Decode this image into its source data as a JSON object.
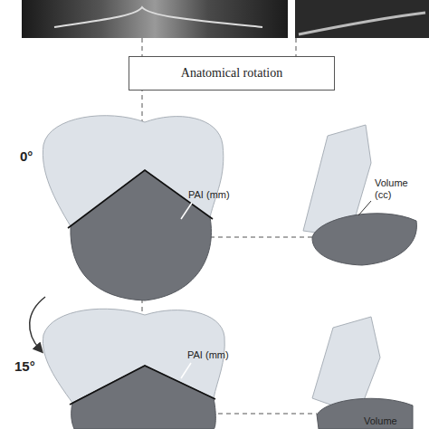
{
  "diagram": {
    "nodes": [
      {
        "text": [
          "Anatomical rotation"
        ]
      }
    ],
    "labels": [
      "0°",
      "PAI (mm)",
      "Volume (cc)",
      "15°",
      "PAI (mm)",
      "Volume"
    ]
  }
}
